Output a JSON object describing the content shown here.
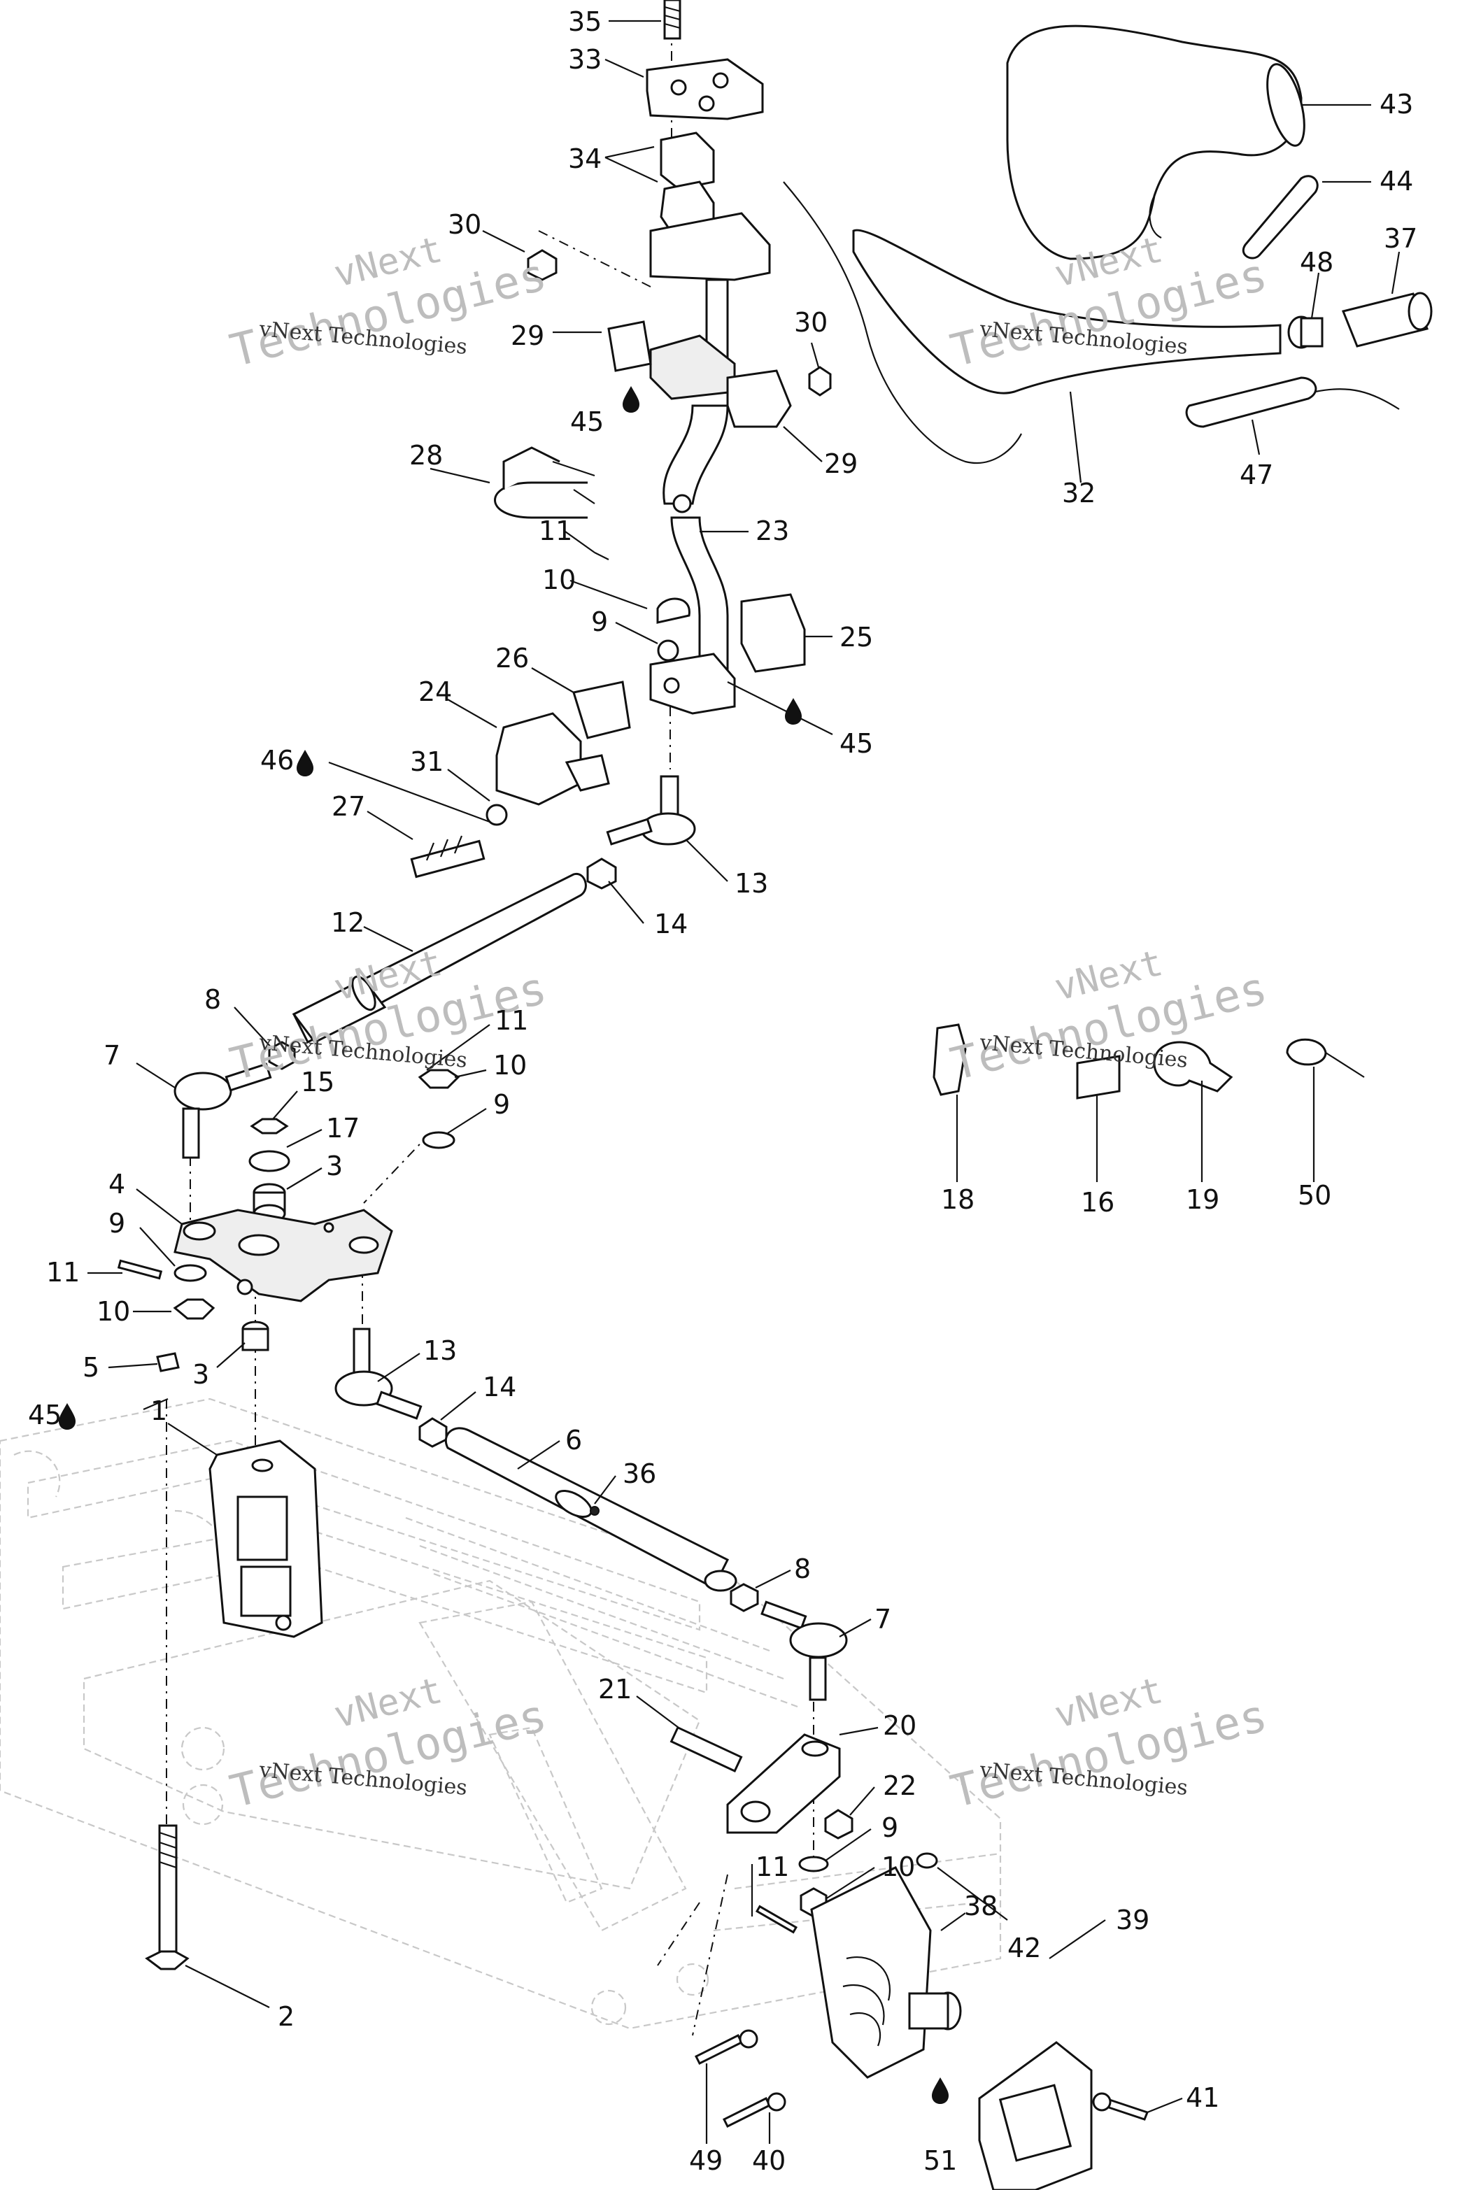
{
  "callouts": [
    {
      "n": "35"
    },
    {
      "n": "33"
    },
    {
      "n": "34"
    },
    {
      "n": "30"
    },
    {
      "n": "29"
    },
    {
      "n": "45"
    },
    {
      "n": "30"
    },
    {
      "n": "29"
    },
    {
      "n": "28"
    },
    {
      "n": "11"
    },
    {
      "n": "23"
    },
    {
      "n": "10"
    },
    {
      "n": "9"
    },
    {
      "n": "25"
    },
    {
      "n": "45"
    },
    {
      "n": "26"
    },
    {
      "n": "24"
    },
    {
      "n": "46"
    },
    {
      "n": "31"
    },
    {
      "n": "27"
    },
    {
      "n": "13"
    },
    {
      "n": "14"
    },
    {
      "n": "12"
    },
    {
      "n": "8"
    },
    {
      "n": "7"
    },
    {
      "n": "15"
    },
    {
      "n": "11"
    },
    {
      "n": "10"
    },
    {
      "n": "9"
    },
    {
      "n": "17"
    },
    {
      "n": "3"
    },
    {
      "n": "4"
    },
    {
      "n": "9"
    },
    {
      "n": "11"
    },
    {
      "n": "10"
    },
    {
      "n": "5"
    },
    {
      "n": "3"
    },
    {
      "n": "45"
    },
    {
      "n": "13"
    },
    {
      "n": "14"
    },
    {
      "n": "1"
    },
    {
      "n": "6"
    },
    {
      "n": "36"
    },
    {
      "n": "8"
    },
    {
      "n": "7"
    },
    {
      "n": "21"
    },
    {
      "n": "20"
    },
    {
      "n": "22"
    },
    {
      "n": "9"
    },
    {
      "n": "10"
    },
    {
      "n": "11"
    },
    {
      "n": "42"
    },
    {
      "n": "38"
    },
    {
      "n": "39"
    },
    {
      "n": "41"
    },
    {
      "n": "2"
    },
    {
      "n": "49"
    },
    {
      "n": "40"
    },
    {
      "n": "51"
    },
    {
      "n": "43"
    },
    {
      "n": "44"
    },
    {
      "n": "48"
    },
    {
      "n": "37"
    },
    {
      "n": "32"
    },
    {
      "n": "47"
    },
    {
      "n": "18"
    },
    {
      "n": "16"
    },
    {
      "n": "19"
    },
    {
      "n": "50"
    }
  ],
  "watermarks": [
    {
      "line1": "vNext",
      "line2": "Technologies",
      "small": "vNext Technologies"
    },
    {
      "line1": "vNext",
      "line2": "Technologies",
      "small": "vNext Technologies"
    },
    {
      "line1": "vNext",
      "line2": "Technologies",
      "small": "vNext Technologies"
    },
    {
      "line1": "vNext",
      "line2": "Technologies",
      "small": "vNext Technologies"
    },
    {
      "line1": "vNext",
      "line2": "Technologies",
      "small": "vNext Technologies"
    },
    {
      "line1": "vNext",
      "line2": "Technologies",
      "small": "vNext Technologies"
    }
  ],
  "icons": {
    "lubricant": "oil-drop-icon"
  }
}
